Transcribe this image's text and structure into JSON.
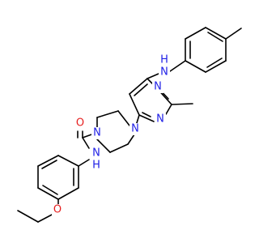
{
  "molecule": {
    "atoms": [
      {
        "id": "N_amine",
        "label": "N",
        "color": "#1f1fe6"
      },
      {
        "id": "H_amine",
        "label": "H",
        "color": "#1f1fe6"
      },
      {
        "id": "N_pym1",
        "label": "N",
        "color": "#1f1fe6"
      },
      {
        "id": "N_pym2",
        "label": "N",
        "color": "#1f1fe6"
      },
      {
        "id": "N_pip1",
        "label": "N",
        "color": "#1f1fe6"
      },
      {
        "id": "N_pip2",
        "label": "N",
        "color": "#1f1fe6"
      },
      {
        "id": "O_carbonyl",
        "label": "O",
        "color": "#e61f1f"
      },
      {
        "id": "N_amide",
        "label": "N",
        "color": "#1f1fe6"
      },
      {
        "id": "H_amide",
        "label": "H",
        "color": "#1f1fe6"
      },
      {
        "id": "O_ether",
        "label": "O",
        "color": "#e61f1f"
      }
    ],
    "bond_color": "#000000",
    "background": "#ffffff"
  }
}
